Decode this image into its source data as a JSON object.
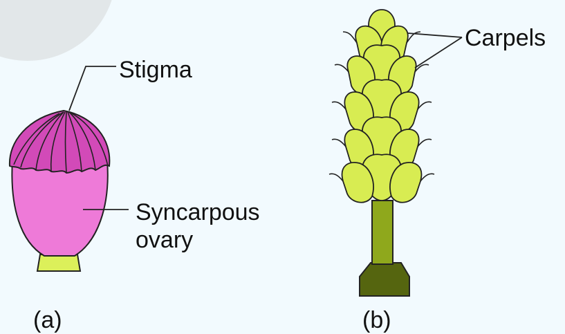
{
  "figure_a": {
    "caption": "(a)",
    "labels": {
      "stigma": "Stigma",
      "ovary_line1": "Syncarpous",
      "ovary_line2": "ovary"
    },
    "colors": {
      "ovary": "#ee7ad8",
      "ovary_shade": "#d94fc3",
      "stigma": "#d24ab8",
      "base": "#dcf05a"
    }
  },
  "figure_b": {
    "caption": "(b)",
    "labels": {
      "carpels": "Carpels"
    },
    "colors": {
      "carpel": "#d8ec52",
      "carpel_edge": "#7a8a10",
      "stalk": "#8fa81c",
      "base": "#55650f"
    }
  }
}
